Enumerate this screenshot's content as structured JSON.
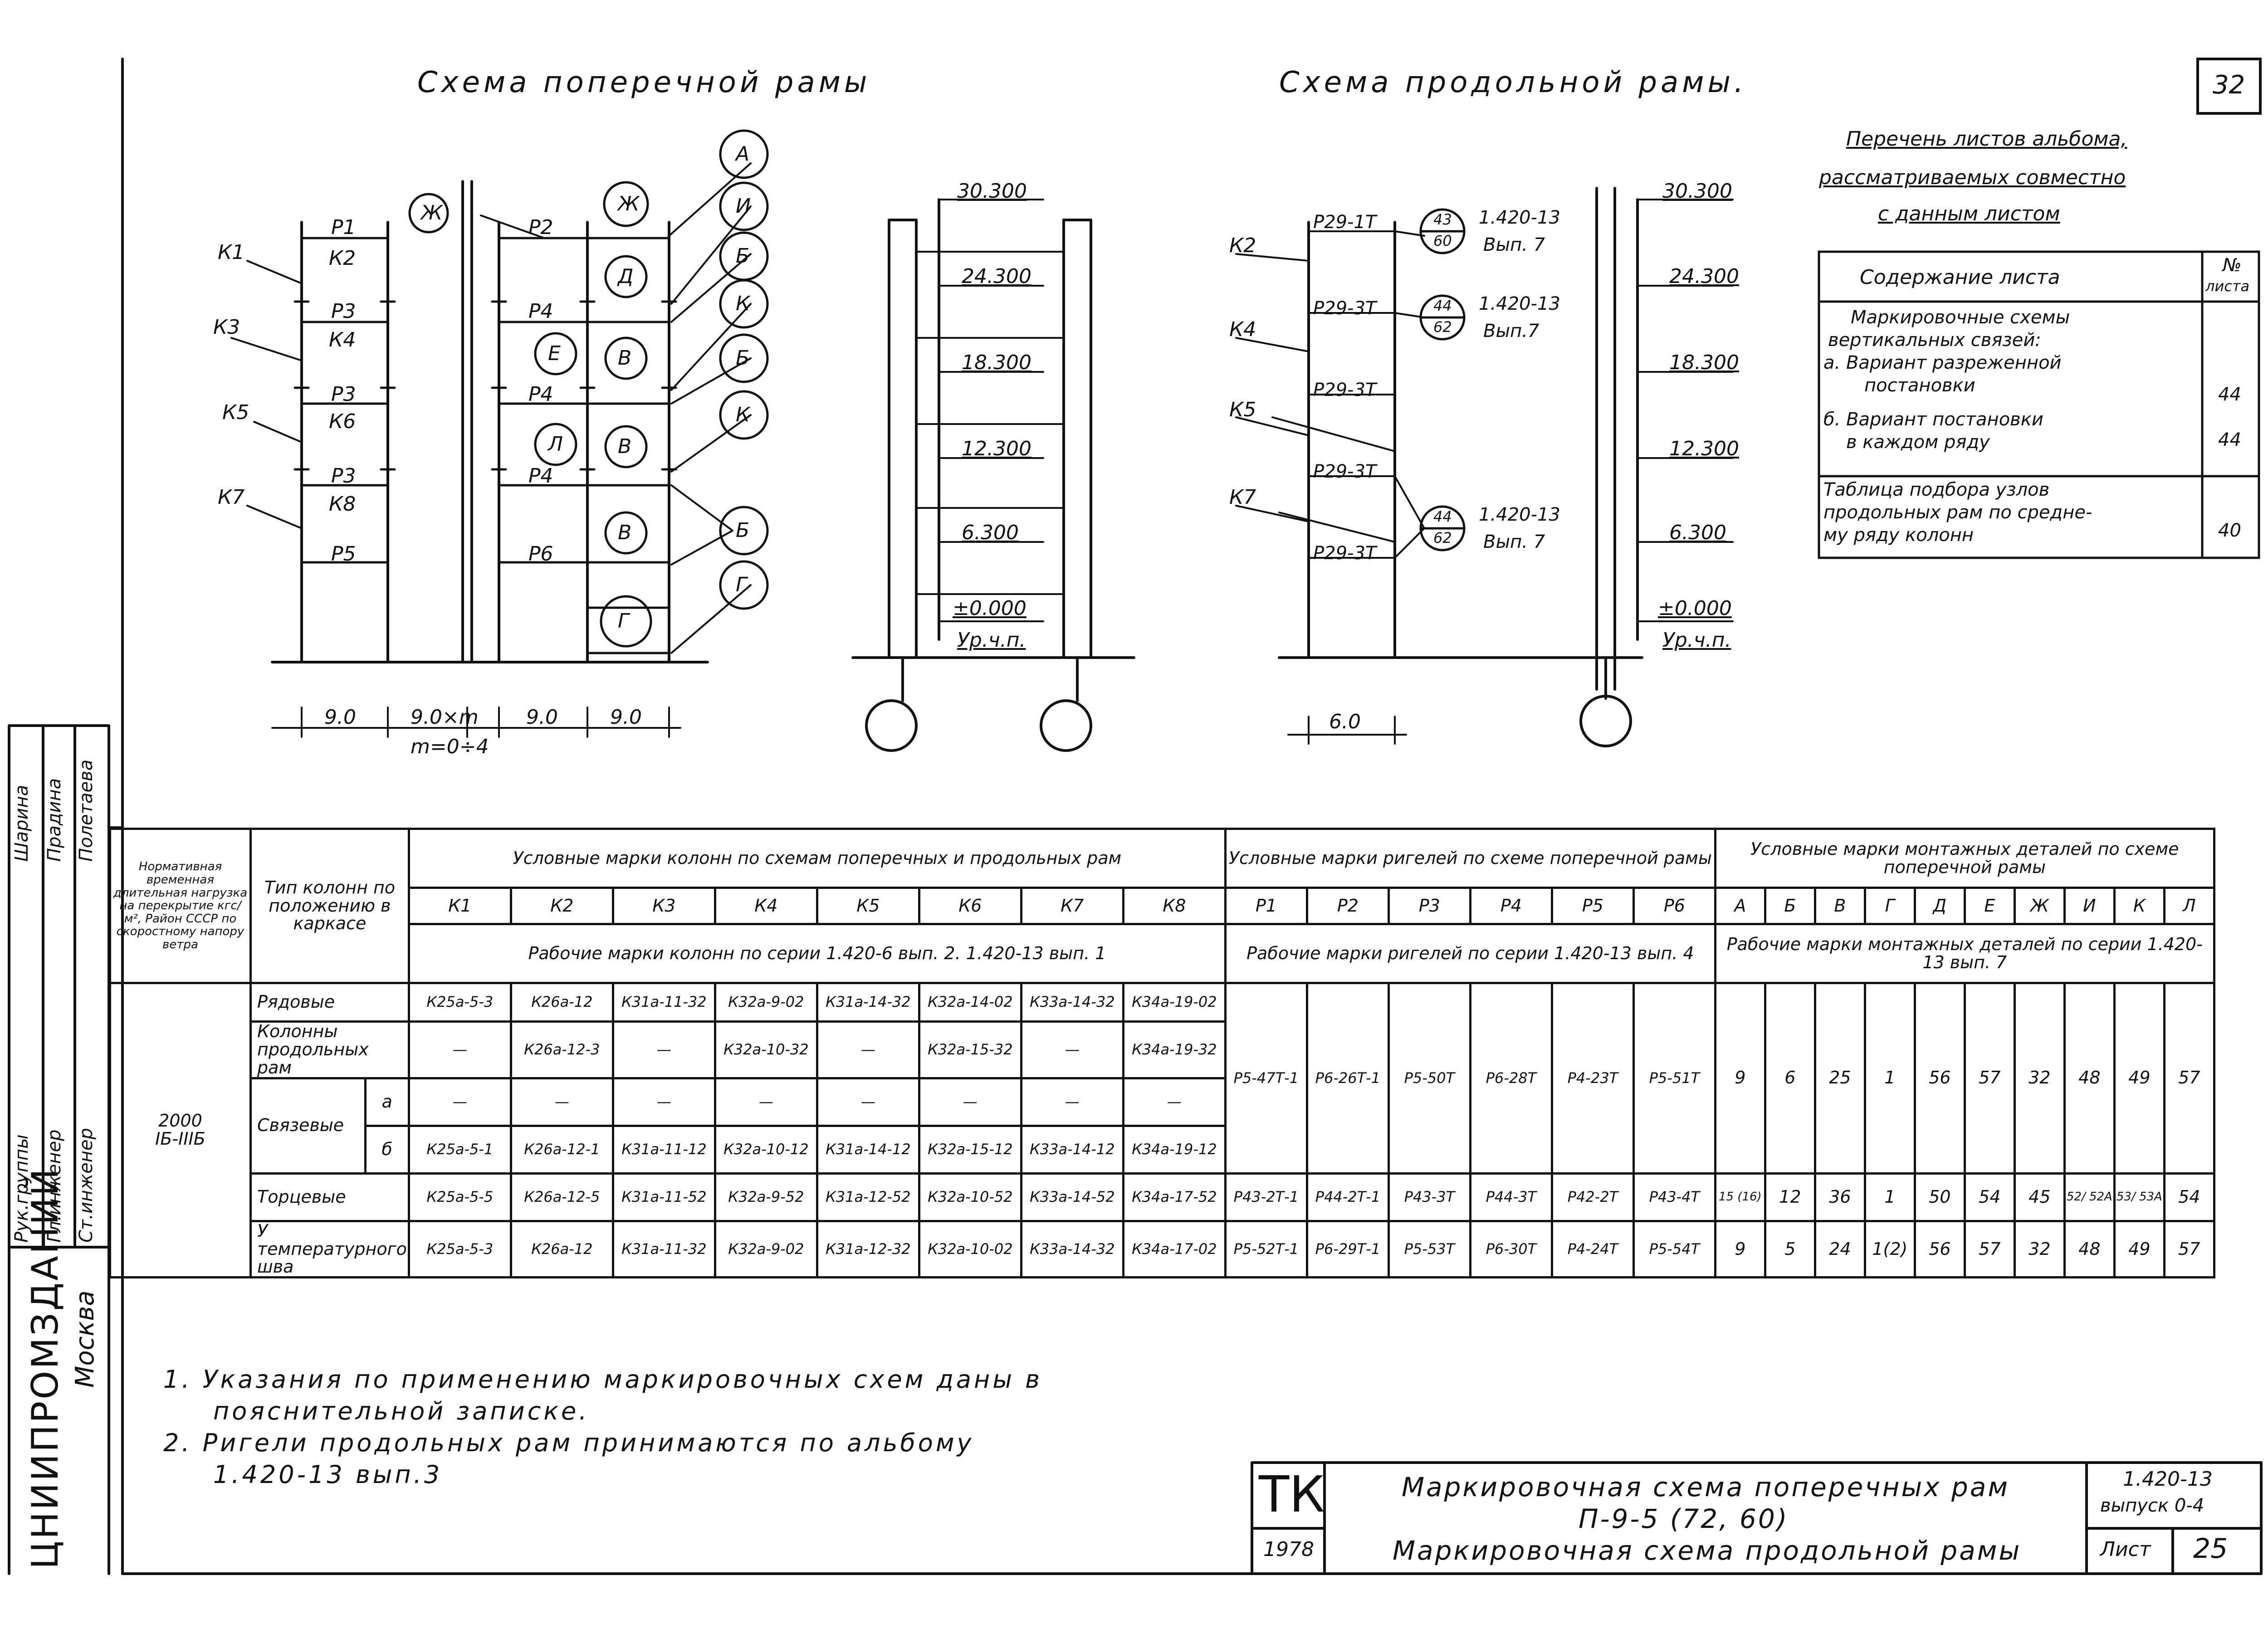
{
  "titles": {
    "transverse": "Схема поперечной рамы",
    "longitudinal": "Схема продольной рамы.",
    "sheet_no": "32"
  },
  "transverse": {
    "k_labels": [
      "К1",
      "К2",
      "К3",
      "К4",
      "К5",
      "К6",
      "К7",
      "К8"
    ],
    "p_labels": [
      "Р1",
      "Р2",
      "Р3",
      "Р4",
      "Р3",
      "Р4",
      "Р3",
      "Р4",
      "Р5",
      "Р6"
    ],
    "node_marks": [
      "Ж",
      "Ж",
      "Д",
      "Е",
      "В",
      "Л",
      "В",
      "В",
      "Г",
      "А",
      "И",
      "Б",
      "К",
      "Б",
      "К",
      "Б",
      "Г"
    ],
    "dims": [
      "9.0",
      "9.0×m",
      "9.0",
      "9.0"
    ],
    "m_note": "m=0÷4"
  },
  "elevation": {
    "levels": [
      "30.300",
      "24.300",
      "18.300",
      "12.300",
      "6.300",
      "±0.000",
      "Ур.ч.п."
    ]
  },
  "longitudinal": {
    "k_labels": [
      "К2",
      "К4",
      "К5",
      "К7"
    ],
    "beams": [
      "Р29-1Т",
      "Р29-3Т",
      "Р29-3Т",
      "Р29-3Т",
      "Р29-3Т"
    ],
    "circles": [
      {
        "top": "43",
        "bottom": "60"
      },
      {
        "top": "44",
        "bottom": "62"
      },
      {
        "top": "44",
        "bottom": "62"
      }
    ],
    "refs": [
      {
        "a": "1.420-13",
        "b": "Вып. 7"
      },
      {
        "a": "1.420-13",
        "b": "Вып.7"
      },
      {
        "a": "1.420-13",
        "b": "Вып. 7"
      }
    ],
    "dim": "6.0",
    "levels": [
      "30.300",
      "24.300",
      "18.300",
      "12.300",
      "6.300",
      "±0.000",
      "Ур.ч.п."
    ]
  },
  "album_list": {
    "heading": [
      "Перечень листов альбома,",
      "рассматриваемых совместно",
      "с данным листом"
    ],
    "col_content": "Содержание листа",
    "col_no": [
      "№",
      "листа"
    ],
    "rows": [
      {
        "lines": [
          "Маркировочные схемы",
          "вертикальных связей:",
          "а. Вариант разреженной",
          "постановки",
          "б. Вариант постановки",
          "в каждом ряду"
        ],
        "nums": [
          "44",
          "44"
        ]
      },
      {
        "lines": [
          "Таблица подбора узлов",
          "продольных рам по средне-",
          "му ряду колонн"
        ],
        "nums": [
          "40"
        ]
      }
    ]
  },
  "table": {
    "h_load": "Нормативная временная длительная нагрузка на перекрытие кгс/м², Район СССР по скоростному напору ветра",
    "h_type": "Тип колонн по положению в каркасе",
    "h_col_group": "Условные марки колонн по схемам поперечных и продольных рам",
    "h_col_series": "Рабочие марки колонн по серии 1.420-6 вып. 2. 1.420-13 вып. 1",
    "h_beam_group": "Условные марки ригелей по схеме поперечной рамы",
    "h_beam_series": "Рабочие марки ригелей по серии 1.420-13 вып. 4",
    "h_det_group": "Условные марки монтажных деталей по схеме поперечной рамы",
    "h_det_series": "Рабочие марки монтажных деталей по серии 1.420-13 вып. 7",
    "col_labels": [
      "К1",
      "К2",
      "К3",
      "К4",
      "К5",
      "К6",
      "К7",
      "К8"
    ],
    "beam_labels": [
      "Р1",
      "Р2",
      "Р3",
      "Р4",
      "Р5",
      "Р6"
    ],
    "det_labels": [
      "А",
      "Б",
      "В",
      "Г",
      "Д",
      "Е",
      "Ж",
      "И",
      "К",
      "Л"
    ],
    "load_value": "2000",
    "region_value": "IБ-IIIБ",
    "row_names": {
      "ordinary": "Рядовые",
      "longitudinal": "Колонны продольных рам",
      "braced": "Связевые",
      "a": "а",
      "b": "б",
      "end": "Торцевые",
      "temp": "У температурного шва"
    },
    "cols_ordinary": [
      "К25а-5-3",
      "К26а-12",
      "К31а-11-32",
      "К32а-9-02",
      "К31а-14-32",
      "К32а-14-02",
      "К33а-14-32",
      "К34а-19-02"
    ],
    "cols_longitudinal": [
      "—",
      "К26а-12-3",
      "—",
      "К32а-10-32",
      "—",
      "К32а-15-32",
      "—",
      "К34а-19-32"
    ],
    "cols_braced_a": [
      "—",
      "—",
      "—",
      "—",
      "—",
      "—",
      "—",
      "—"
    ],
    "cols_braced_b": [
      "К25а-5-1",
      "К26а-12-1",
      "К31а-11-12",
      "К32а-10-12",
      "К31а-14-12",
      "К32а-15-12",
      "К33а-14-12",
      "К34а-19-12"
    ],
    "cols_end": [
      "К25а-5-5",
      "К26а-12-5",
      "К31а-11-52",
      "К32а-9-52",
      "К31а-12-52",
      "К32а-10-52",
      "К33а-14-52",
      "К34а-17-52"
    ],
    "cols_temp": [
      "К25а-5-3",
      "К26а-12",
      "К31а-11-32",
      "К32а-9-02",
      "К31а-12-32",
      "К32а-10-02",
      "К33а-14-32",
      "К34а-17-02"
    ],
    "beams_main": [
      "Р5-47Т-1",
      "Р6-26Т-1",
      "Р5-50Т",
      "Р6-28Т",
      "Р4-23Т",
      "Р5-51Т"
    ],
    "beams_end": [
      "Р43-2Т-1",
      "Р44-2Т-1",
      "Р43-3Т",
      "Р44-3Т",
      "Р42-2Т",
      "Р43-4Т"
    ],
    "beams_temp": [
      "Р5-52Т-1",
      "Р6-29Т-1",
      "Р5-53Т",
      "Р6-30Т",
      "Р4-24Т",
      "Р5-54Т"
    ],
    "det_main": [
      "9",
      "6",
      "25",
      "1",
      "56",
      "57",
      "32",
      "48",
      "49",
      "57"
    ],
    "det_end": [
      "15 (16)",
      "12",
      "36",
      "1",
      "50",
      "54",
      "45",
      "52/ 52А",
      "53/ 53А",
      "54"
    ],
    "det_temp": [
      "9",
      "5",
      "24",
      "1(2)",
      "56",
      "57",
      "32",
      "48",
      "49",
      "57"
    ]
  },
  "notes": [
    "1. Указания по применению маркировочных схем даны в",
    "пояснительной записке.",
    "2. Ригели продольных рам принимаются по альбому",
    "1.420-13 вып.3"
  ],
  "title_block": {
    "org": "ТК",
    "year": "1978",
    "line1": "Маркировочная схема поперечных рам",
    "line2": "П-9-5 (72, 60)",
    "line3": "Маркировочная схема продольной рамы",
    "series": "1.420-13",
    "issue": "выпуск 0-4",
    "sheet_label": "Лист",
    "sheet_no": "25"
  },
  "side_stamp": {
    "org": "ЦНИИПРОМЗДАНИЙ",
    "city": "Москва",
    "roles": [
      "Рук.группы",
      "Гл.инженер",
      "Ст.инженер"
    ],
    "names": [
      "Шарина",
      "Прадина",
      "Полетаева"
    ]
  }
}
